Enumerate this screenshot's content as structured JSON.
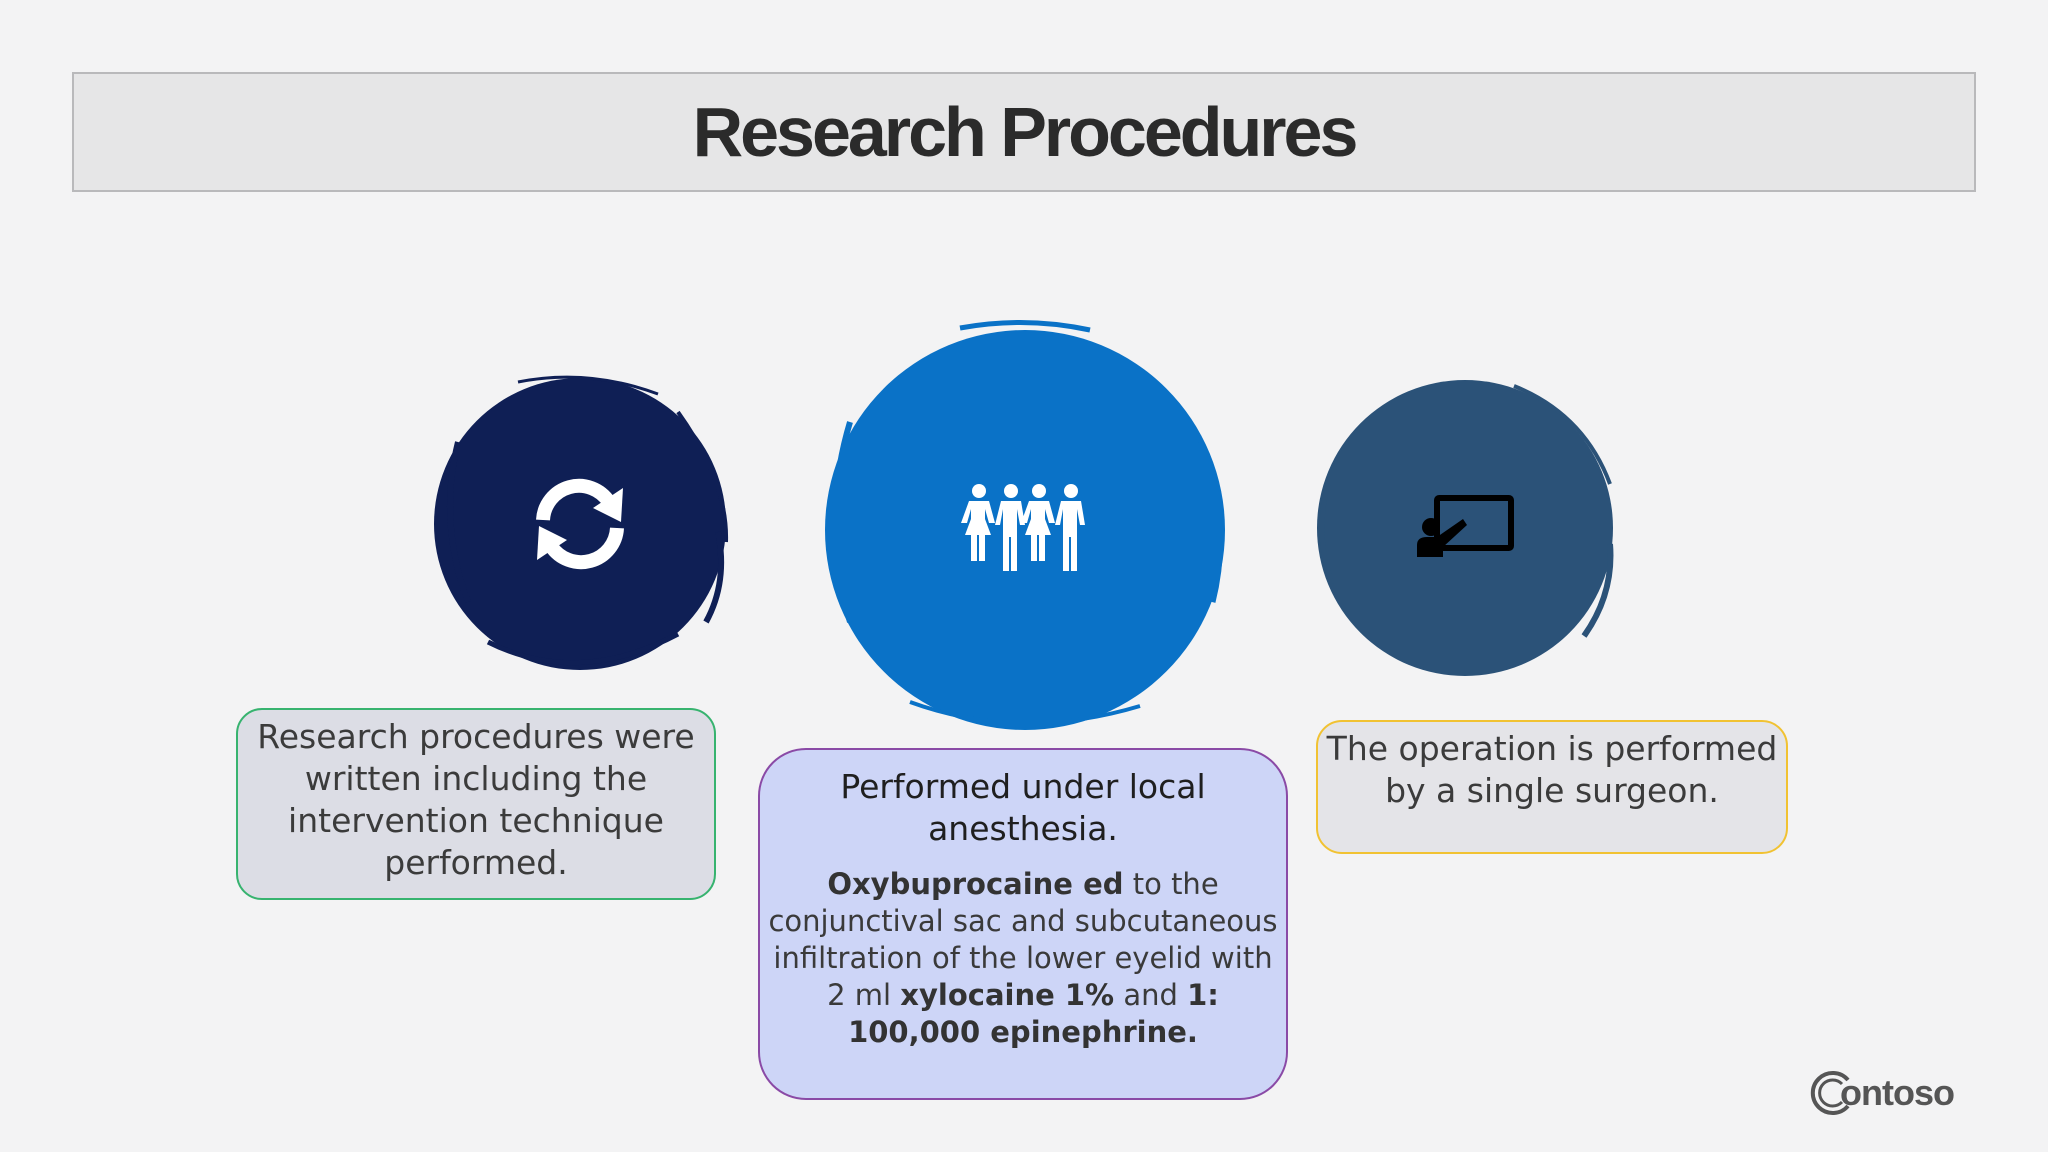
{
  "slide": {
    "title": "Research Procedures"
  },
  "circles": [
    {
      "icon": "refresh-icon",
      "color": "#0f1f55"
    },
    {
      "icon": "people-group-icon",
      "color": "#0a72c7"
    },
    {
      "icon": "teacher-presentation-icon",
      "color": "#2b5278"
    }
  ],
  "cards": {
    "left": {
      "text": "Research procedures were written including the intervention technique performed.",
      "border_color": "#37b36f"
    },
    "middle": {
      "heading": "Performed under local anesthesia.",
      "detail_b1": "Oxybuprocaine ed",
      "detail_t1": " to the conjunctival sac and subcutaneous infiltration of the lower eyelid with 2 ml ",
      "detail_b2": "xylocaine 1%",
      "detail_t2": " and ",
      "detail_b3": "1: 100,000 epinephrine.",
      "border_color": "#8a4aa6"
    },
    "right": {
      "text": "The operation is performed by a single surgeon.",
      "border_color": "#f1c232"
    }
  },
  "logo": {
    "text": "ontoso"
  }
}
